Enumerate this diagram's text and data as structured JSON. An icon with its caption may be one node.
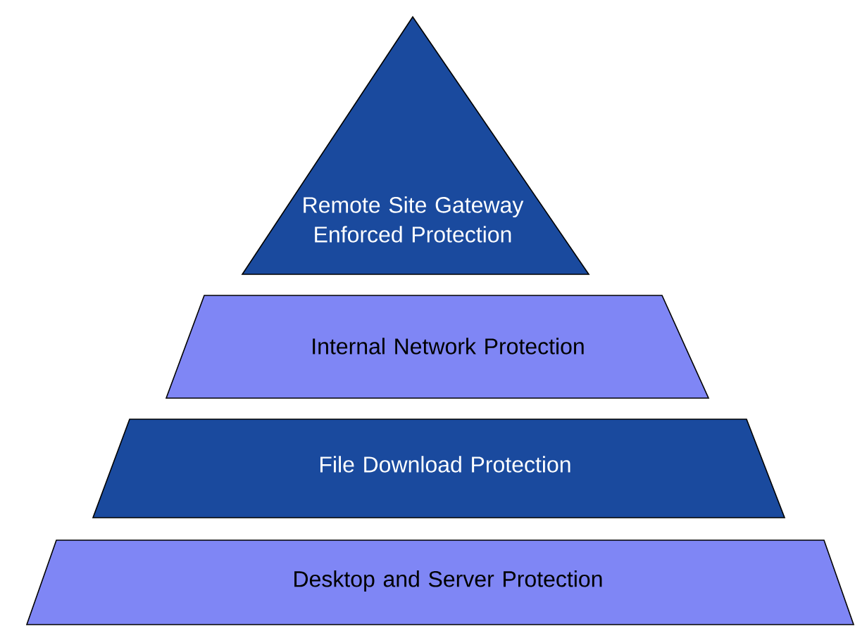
{
  "diagram": {
    "nodes": [
      {
        "text": [
          "Remote Site Gateway Enforced Protection"
        ]
      },
      {
        "text": [
          "Internal Network Protection"
        ]
      },
      {
        "text": [
          "File Download Protection"
        ]
      },
      {
        "text": [
          "Desktop and Server Protection"
        ]
      }
    ]
  }
}
